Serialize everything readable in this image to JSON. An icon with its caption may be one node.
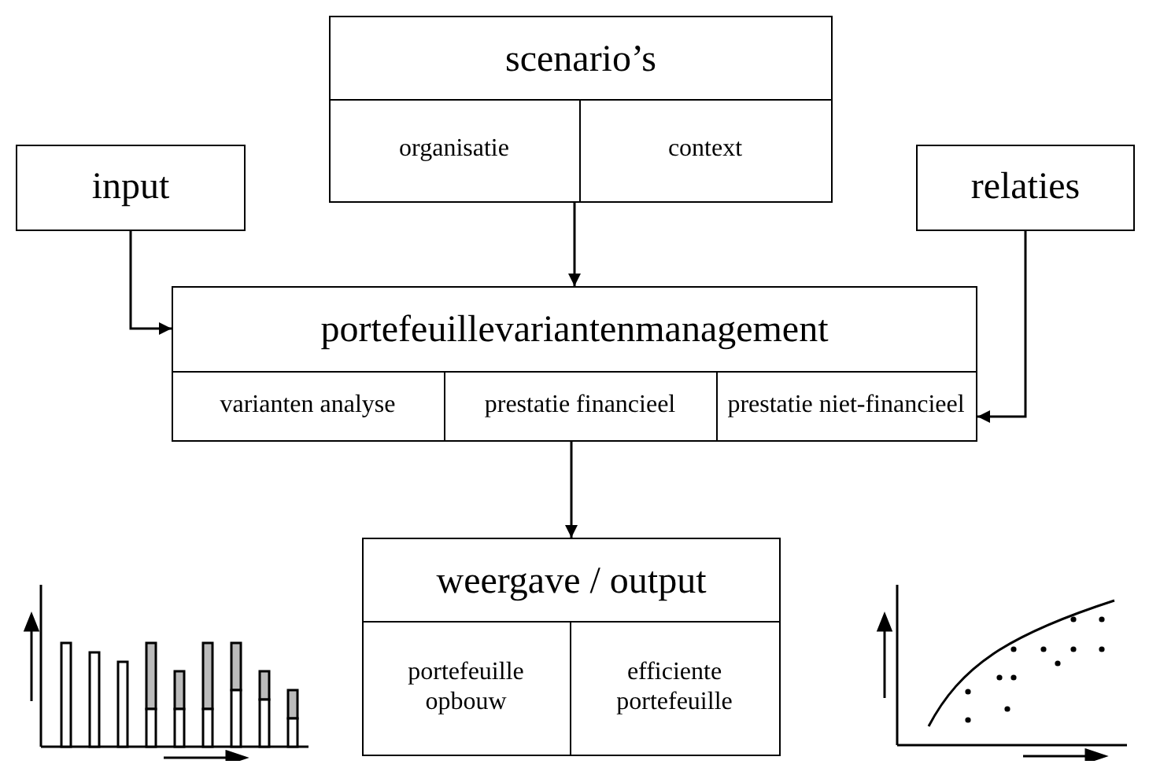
{
  "diagram": {
    "nodes": [
      {
        "text": [
          "scenario’s"
        ]
      },
      {
        "text": [
          "organisatie"
        ],
        "in": 0
      },
      {
        "text": [
          "context"
        ],
        "in": 0
      },
      {
        "text": [
          "input"
        ]
      },
      {
        "text": [
          "relaties"
        ]
      },
      {
        "text": [
          "portefeuillevariantenmanagement"
        ]
      },
      {
        "text": [
          "varianten analyse"
        ],
        "in": 5
      },
      {
        "text": [
          "prestatie financieel"
        ],
        "in": 5
      },
      {
        "text": [
          "prestatie niet-financieel"
        ],
        "in": 5
      },
      {
        "text": [
          "weergave / output"
        ]
      },
      {
        "text": [
          "portefeuille opbouw"
        ],
        "in": 9
      },
      {
        "text": [
          "efficiente portefeuille"
        ],
        "in": 9
      }
    ],
    "edges": [
      {
        "from": 0,
        "to": 5,
        "arrow": "to"
      },
      {
        "from": 3,
        "to": 5,
        "arrow": "to"
      },
      {
        "from": 4,
        "to": 8,
        "arrow": "to"
      },
      {
        "from": 5,
        "to": 9,
        "arrow": "to"
      }
    ]
  }
}
